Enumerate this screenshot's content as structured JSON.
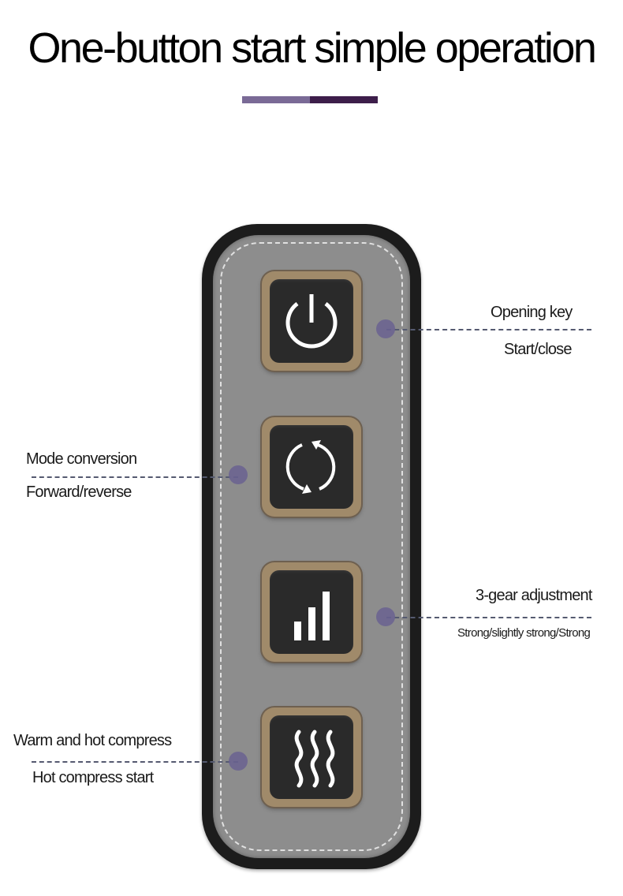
{
  "heading": {
    "title": "One-button start simple operation",
    "bar_colors": [
      "#7a6a96",
      "#3d1e4a"
    ]
  },
  "controller": {
    "buttons": [
      {
        "name": "power",
        "icon": "power-icon"
      },
      {
        "name": "mode",
        "icon": "cycle-arrows-icon"
      },
      {
        "name": "gear",
        "icon": "signal-bars-icon"
      },
      {
        "name": "heat",
        "icon": "heat-waves-icon"
      }
    ],
    "accent_color": "#6a6290"
  },
  "callouts": {
    "power": {
      "title": "Opening key",
      "subtitle": "Start/close"
    },
    "mode": {
      "title": "Mode conversion",
      "subtitle": "Forward/reverse"
    },
    "gear": {
      "title": "3-gear adjustment",
      "subtitle": "Strong/slightly strong/Strong"
    },
    "heat": {
      "title": "Warm and hot compress",
      "subtitle": "Hot compress start"
    }
  }
}
